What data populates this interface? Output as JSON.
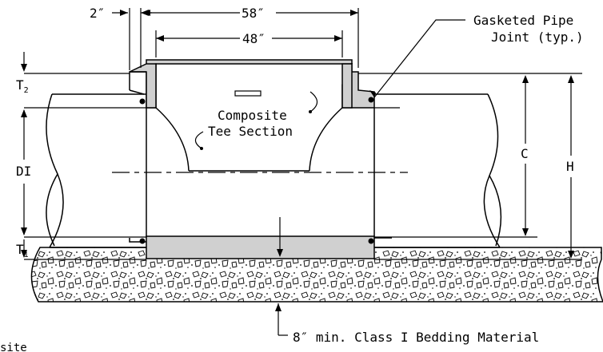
{
  "labels": {
    "dim_2in": "2″",
    "dim_58in": "58″",
    "dim_48in": "48″",
    "gasket_line1": "Gasketed Pipe",
    "gasket_line2": "Joint (typ.)",
    "composite_line1": "Composite",
    "composite_line2": "Tee Section",
    "t2_letter": "T",
    "t2_sub": "2",
    "t1_letter": "T",
    "t1_sub": "1",
    "di": "DI",
    "c": "C",
    "h": "H",
    "bedding": "8″ min. Class I Bedding Material",
    "cut_off": "site"
  },
  "colors": {
    "line": "#000000",
    "fill_gray": "#d0d0d0",
    "background": "#ffffff"
  }
}
